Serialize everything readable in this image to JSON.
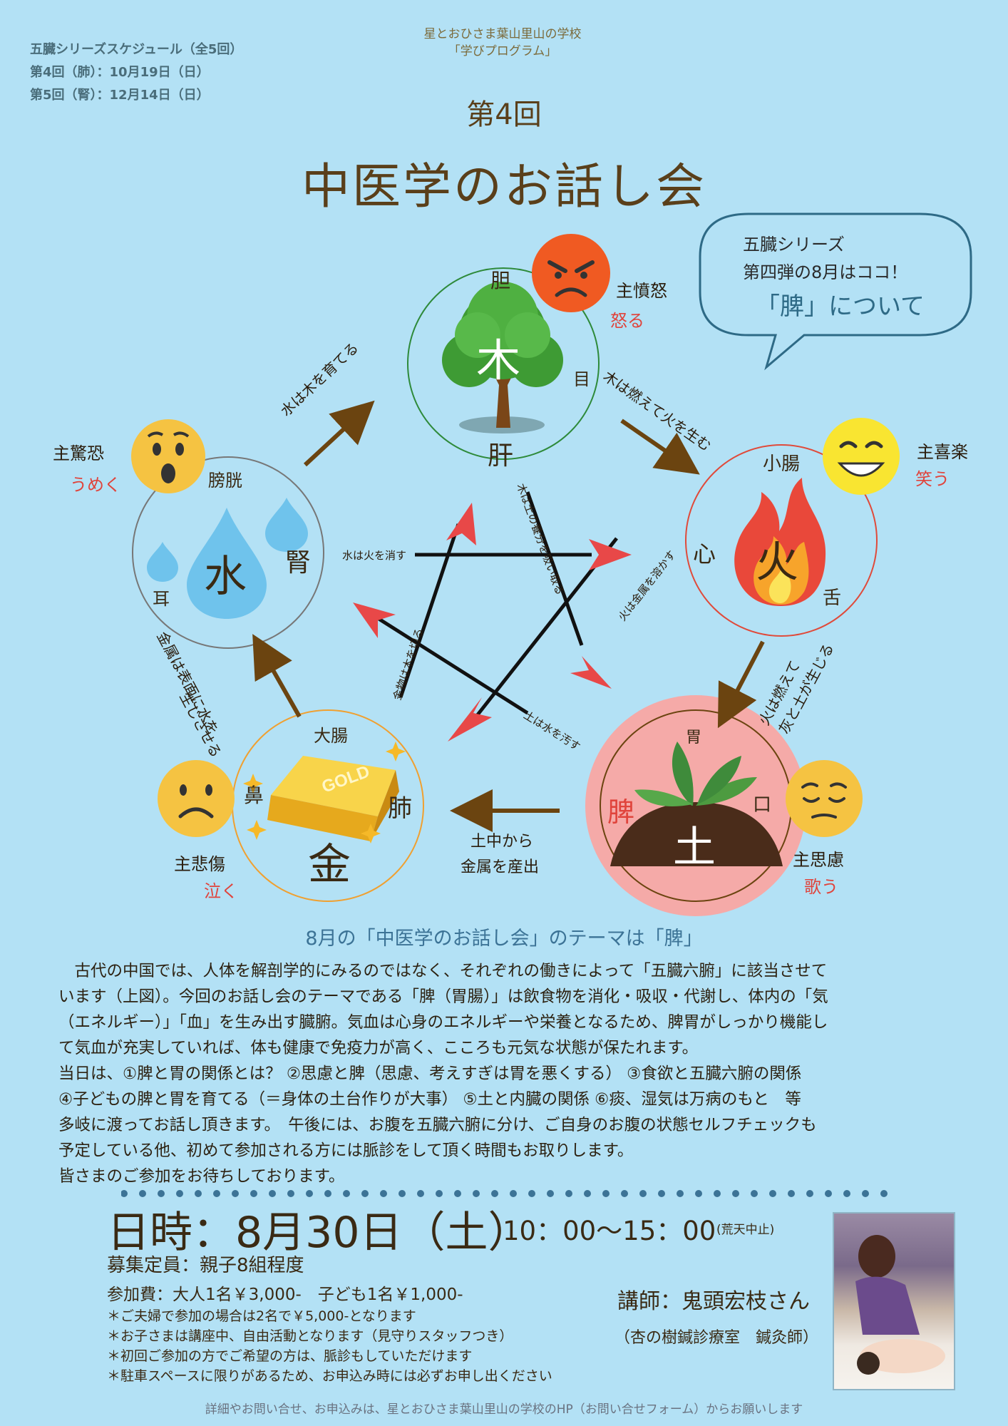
{
  "schedule": {
    "title": "五臓シリーズスケジュール（全5回）",
    "items": [
      "第4回（肺）：10月19日（日）",
      "第5回（腎）：12月14日（日）"
    ]
  },
  "organizer": {
    "line1": "星とおひさま葉山里山の学校",
    "line2": "「学びプログラム」"
  },
  "volume": "第4回",
  "title": "中医学のお話し会",
  "bubble": {
    "line1": "五臓シリーズ",
    "line2": "第四弾の8月はココ！",
    "line3": "「脾」について"
  },
  "elements": {
    "wood": {
      "char": "木",
      "top": "胆",
      "side": "目",
      "bottom": "肝",
      "emotion": "主憤怒",
      "action": "怒る"
    },
    "fire": {
      "char": "火",
      "top": "小腸",
      "left": "心",
      "right": "舌",
      "emotion": "主喜楽",
      "action": "笑う"
    },
    "earth": {
      "char": "土",
      "top": "胃",
      "left": "脾",
      "right": "口",
      "emotion": "主思慮",
      "action": "歌う"
    },
    "metal": {
      "char": "金",
      "top": "大腸",
      "left": "鼻",
      "right": "肺",
      "emotion": "主悲傷",
      "action": "泣く",
      "bar_text": "GOLD"
    },
    "water": {
      "char": "水",
      "top": "膀胱",
      "left": "耳",
      "right": "腎",
      "emotion": "主驚恐",
      "action": "うめく"
    }
  },
  "relations": {
    "water_wood": "水は木を育てる",
    "wood_fire": "木は燃えて火を生む",
    "fire_earth_1": "火は燃えて",
    "fire_earth_2": "灰と土が生じる",
    "earth_metal_1": "土中から",
    "earth_metal_2": "金属を産出",
    "metal_water_1": "金属は表面に水を",
    "metal_water_2": "生じさせる",
    "water_fire": "水は火を消す",
    "wood_earth": "木は土の養分を吸い取る",
    "fire_metal": "火は金属を溶かす",
    "earth_water": "土は水を汚す",
    "metal_wood": "金物は木を切る"
  },
  "theme": "8月の「中医学のお話し会」のテーマは「脾」",
  "body": [
    "　古代の中国では、人体を解剖学的にみるのではなく、それぞれの働きによって「五臓六腑」に該当させて",
    "います（上図）。今回のお話し会のテーマである「脾（胃腸）」は飲食物を消化・吸収・代謝し、体内の「気",
    "（エネルギー）」「血」を生み出す臓腑。気血は心身のエネルギーや栄養となるため、脾胃がしっかり機能し",
    "て気血が充実していれば、体も健康で免疫力が高く、こころも元気な状態が保たれます。",
    "当日は、①脾と胃の関係とは？ ②思慮と脾（思慮、考えすぎは胃を悪くする） ③食欲と五臓六腑の関係",
    "④子どもの脾と胃を育てる（＝身体の土台作りが大事） ⑤土と内臓の関係 ⑥痰、湿気は万病のもと　等",
    "多岐に渡ってお話し頂きます。　午後には、お腹を五臓六腑に分け、ご自身のお腹の状態セルフチェックも",
    "予定している他、初めて参加される方には脈診をして頂く時間もお取りします。",
    "皆さまのご参加をお待ちしております。"
  ],
  "event": {
    "date": "日時：8月30日（土）",
    "time": "10：00〜15：00",
    "time_note": "(荒天中止)",
    "capacity": "募集定員：親子8組程度",
    "fee": "参加費：大人1名￥3,000-　子ども1名￥1,000-",
    "notes": [
      "＊ご夫婦で参加の場合は2名で￥5,000-となります",
      "＊お子さまは講座中、自由活動となります（見守りスタッフつき）",
      "＊初回ご参加の方でご希望の方は、脈診もしていただけます",
      "＊駐車スペースに限りがあるため、お申込み時には必ずお申し出ください"
    ],
    "lecturer": "講師：鬼頭宏枝さん",
    "lecturer_org": "（杏の樹鍼診療室　鍼灸師）"
  },
  "footer": "詳細やお問い合せ、お申込みは、星とおひさま葉山里山の学校のHP（お問い合せフォーム）からお願いします",
  "colors": {
    "background": "#b3e1f5",
    "brown": "#5a3f1a",
    "red": "#e0443c",
    "blue_text": "#3c7396"
  }
}
